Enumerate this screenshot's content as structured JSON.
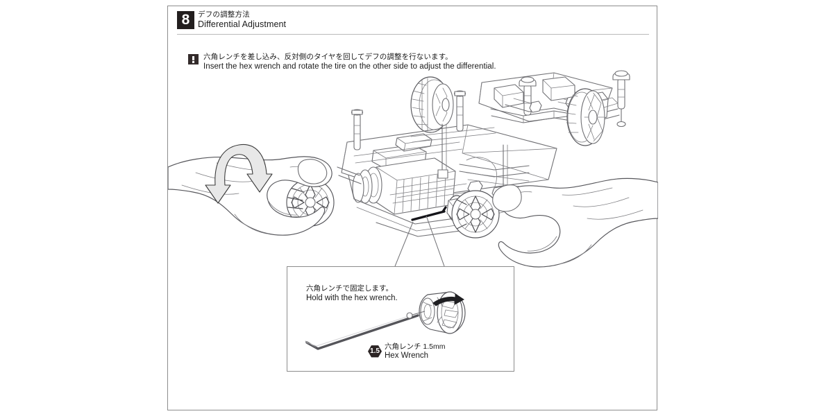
{
  "page": {
    "step_number": "8",
    "title_jp": "デフの調整方法",
    "title_en": "Differential Adjustment"
  },
  "instruction": {
    "icon": "warning-exclamation-icon",
    "text_jp": "六角レンチを差し込み、反対側のタイヤを回してデフの調整を行ないます。",
    "text_en": "Insert the hex wrench and rotate the tire on the other side to adjust the differential."
  },
  "illustration": {
    "name": "rc-chassis-differential-adjustment-illustration",
    "rotation_arrow": "curved-double-arrow-icon",
    "line_color": "#6f6f73",
    "accent_color": "#1a1a1a"
  },
  "callout": {
    "text_jp": "六角レンチで固定します。",
    "text_en": "Hold with the hex wrench.",
    "wheel_hub": "wheel-hub-icon",
    "hub_rotation_arrow": "curved-arrow-icon",
    "tool": {
      "icon": "hex-wrench-icon",
      "size_badge": "1.5",
      "label_jp": "六角レンチ 1.5mm",
      "label_en": "Hex Wrench"
    }
  }
}
